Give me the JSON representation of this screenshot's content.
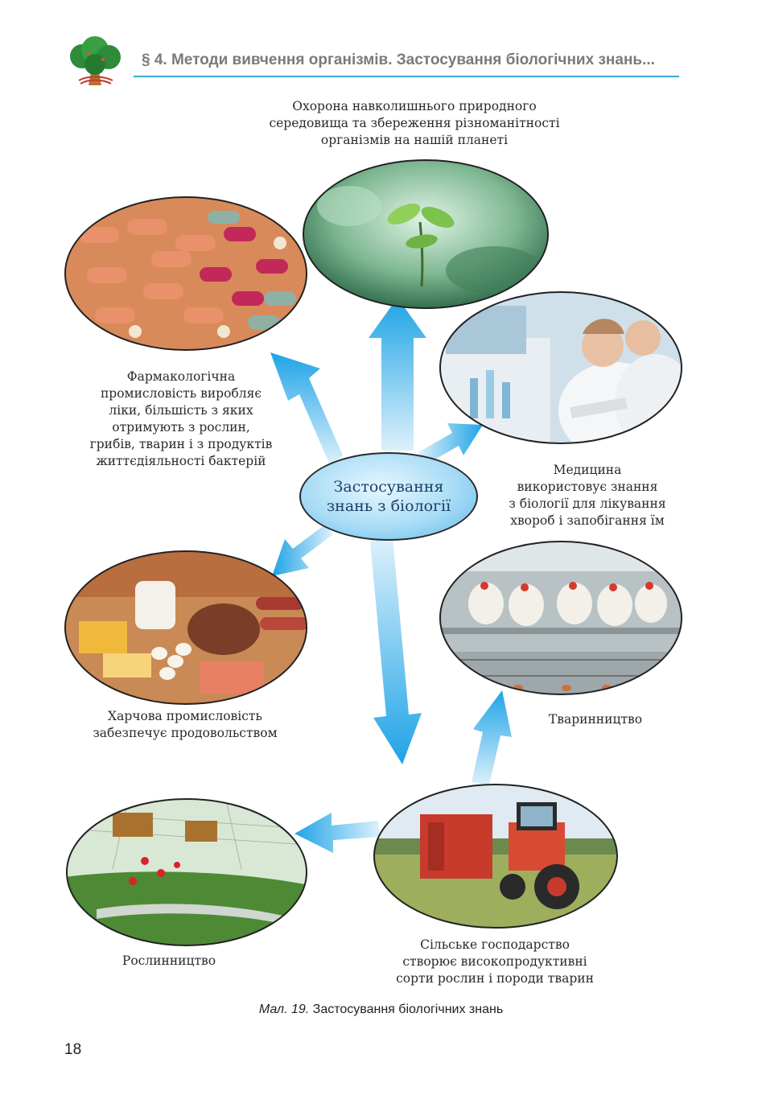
{
  "header": {
    "title": "§ 4. Методи вивчення організмів. Застосування біологічних знань..."
  },
  "center": {
    "line1": "Застосування",
    "line2": "знань з біології"
  },
  "nodes": {
    "environment": [
      "Охорона навколишнього природного",
      "середовища та збереження різноманітності",
      "організмів на нашій планеті"
    ],
    "pharma": [
      "Фармакологічна",
      "промисловість виробляє",
      "ліки, більшість з яких",
      "отримують з рослин,",
      "грибів, тварин і з продуктів",
      "життєдіяльності бактерій"
    ],
    "medicine": [
      "Медицина",
      "використовує знання",
      "з біології для лікування",
      "хвороб і запобігання їм"
    ],
    "food": [
      "Харчова промисловість",
      "забезпечує продовольством"
    ],
    "livestock": [
      "Тваринництво"
    ],
    "agriculture": [
      "Сільське господарство",
      "створює високопродуктивні",
      "сорти рослин і породи тварин"
    ],
    "plants": [
      "Рослинництво"
    ]
  },
  "figure": {
    "label": "Мал. 19.",
    "text": "Застосування біологічних знань"
  },
  "page_number": "18",
  "colors": {
    "arrow": "#1ea3e6",
    "rule": "#3aa6d8",
    "header_text": "#7a7a7a"
  }
}
